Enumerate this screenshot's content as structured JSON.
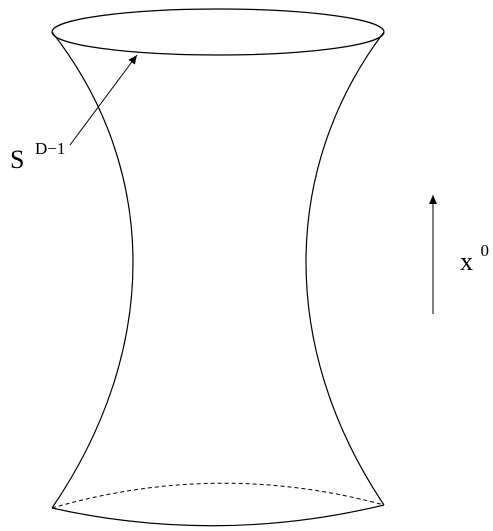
{
  "labels": {
    "sphere_base": "S",
    "sphere_exponent": "D−1",
    "time_base": "x",
    "time_exponent": "0"
  },
  "colors": {
    "stroke": "#000000",
    "background": "#ffffff"
  },
  "style": {
    "bottom_back_edge": "dashed",
    "arrows": "open-head"
  }
}
